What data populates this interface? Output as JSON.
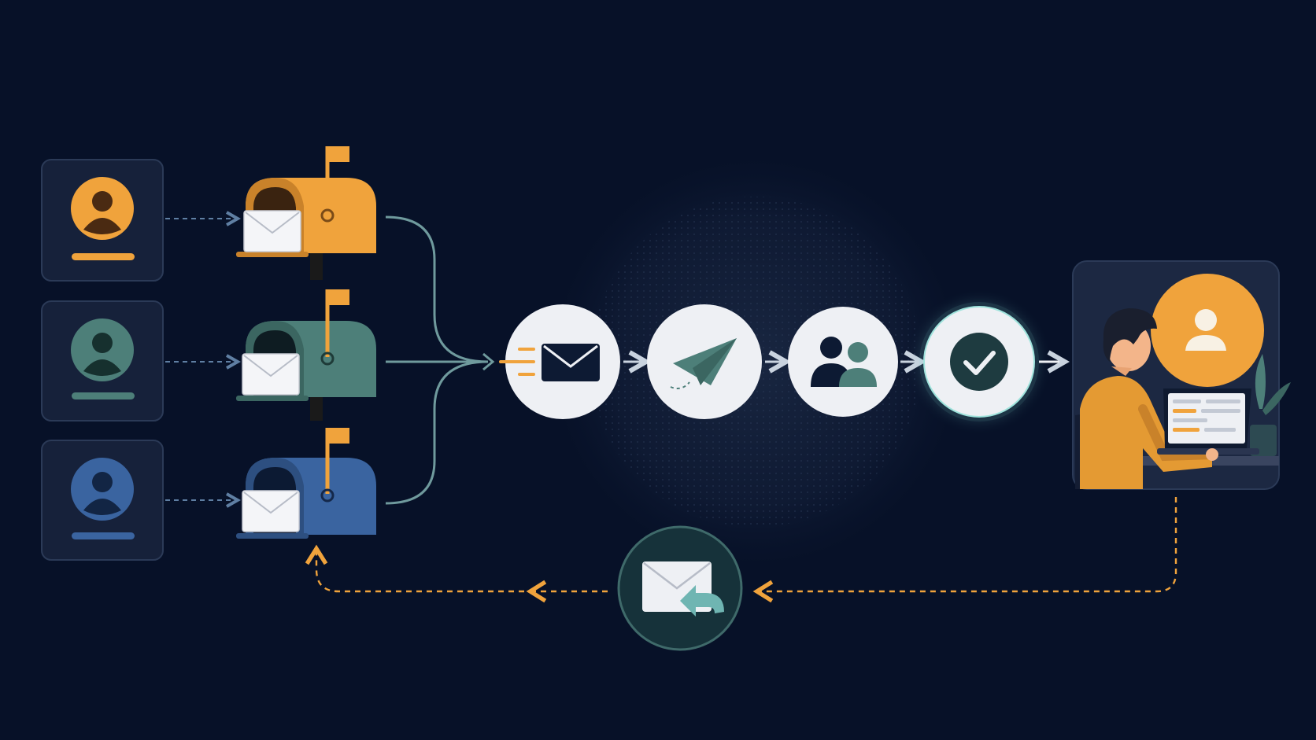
{
  "colors": {
    "background": "#071128",
    "card": "#16213a",
    "card_border": "#2b3a57",
    "orange": "#f0a33c",
    "teal": "#4d7f79",
    "blue": "#3a64a0",
    "node_fill": "#eef0f4",
    "connector": "#6f9a9d",
    "arrow_light": "#c9d3df",
    "return_line": "#f0a33c"
  },
  "senders": [
    {
      "name": "sender-orange",
      "color": "#f0a33c",
      "icon": "user-icon"
    },
    {
      "name": "sender-teal",
      "color": "#4d7f79",
      "icon": "user-icon"
    },
    {
      "name": "sender-blue",
      "color": "#3a64a0",
      "icon": "user-icon"
    }
  ],
  "mailboxes": [
    {
      "name": "mailbox-orange",
      "color": "#f0a33c",
      "icon": "mailbox-icon"
    },
    {
      "name": "mailbox-teal",
      "color": "#4d7f79",
      "icon": "mailbox-icon"
    },
    {
      "name": "mailbox-blue",
      "color": "#3a64a0",
      "icon": "mailbox-icon"
    }
  ],
  "pipeline": [
    {
      "name": "inbox-node",
      "icon": "envelope-icon"
    },
    {
      "name": "send-node",
      "icon": "paper-plane-icon"
    },
    {
      "name": "team-node",
      "icon": "users-icon"
    },
    {
      "name": "approved-node",
      "icon": "check-icon"
    }
  ],
  "recipient": {
    "name": "recipient-card",
    "icon": "person-at-laptop-icon"
  },
  "reply": {
    "name": "reply-node",
    "icon": "reply-envelope-icon"
  }
}
